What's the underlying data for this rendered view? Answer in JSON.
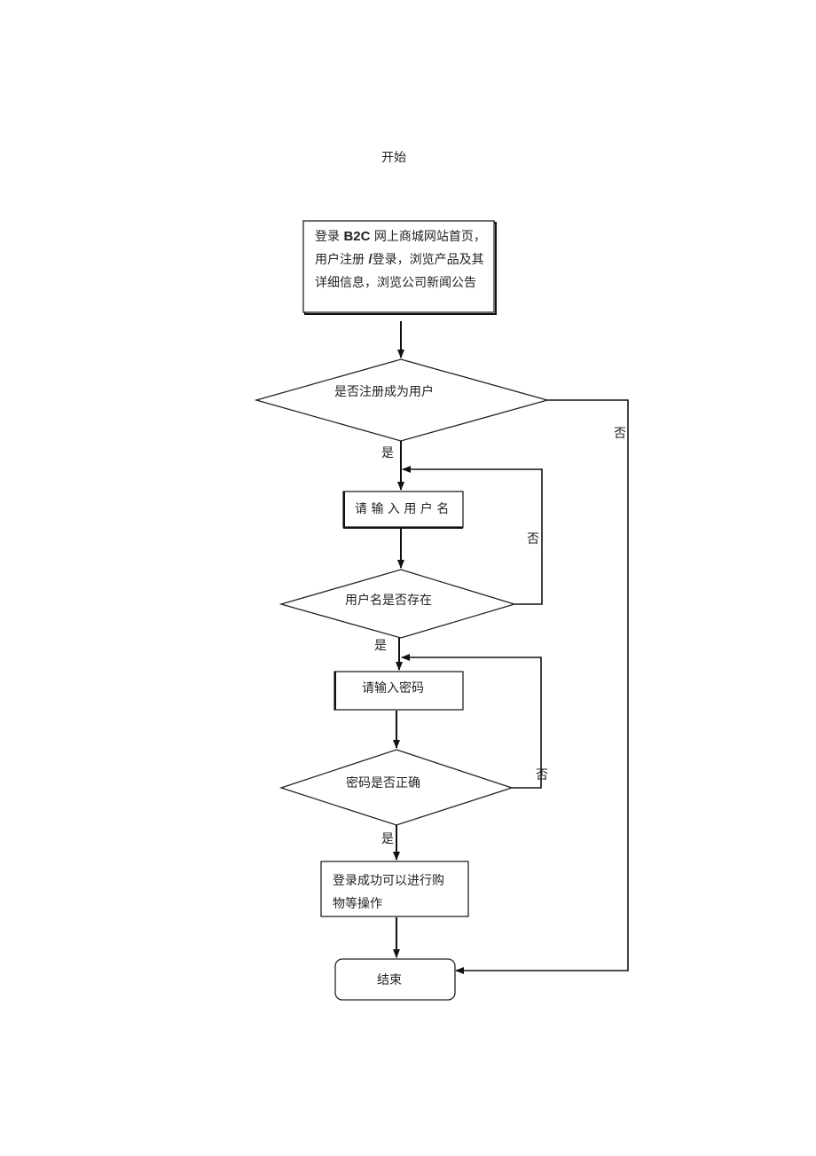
{
  "start": {
    "label": "开始"
  },
  "steps": {
    "homepage": {
      "parts": [
        "登录 ",
        "B2C",
        " 网上商城网站首页，用户注册 ",
        "/",
        "登录，浏览产品及其详细信息，浏览公司新闻公告"
      ]
    },
    "decision_registered": {
      "label": "是否注册成为用户"
    },
    "input_username": {
      "label": "请 输 入 用 户 名"
    },
    "decision_username_exists": {
      "label": "用户名是否存在"
    },
    "input_password": {
      "label": "请输入密码"
    },
    "decision_password_correct": {
      "label": "密码是否正确"
    },
    "login_success": {
      "label": "登录成功可以进行购物等操作"
    },
    "end": {
      "label": "结束"
    }
  },
  "edge_labels": {
    "registered_yes": "是",
    "registered_no": "否",
    "username_yes": "是",
    "username_no": "否",
    "password_yes": "是",
    "password_no": "否"
  }
}
